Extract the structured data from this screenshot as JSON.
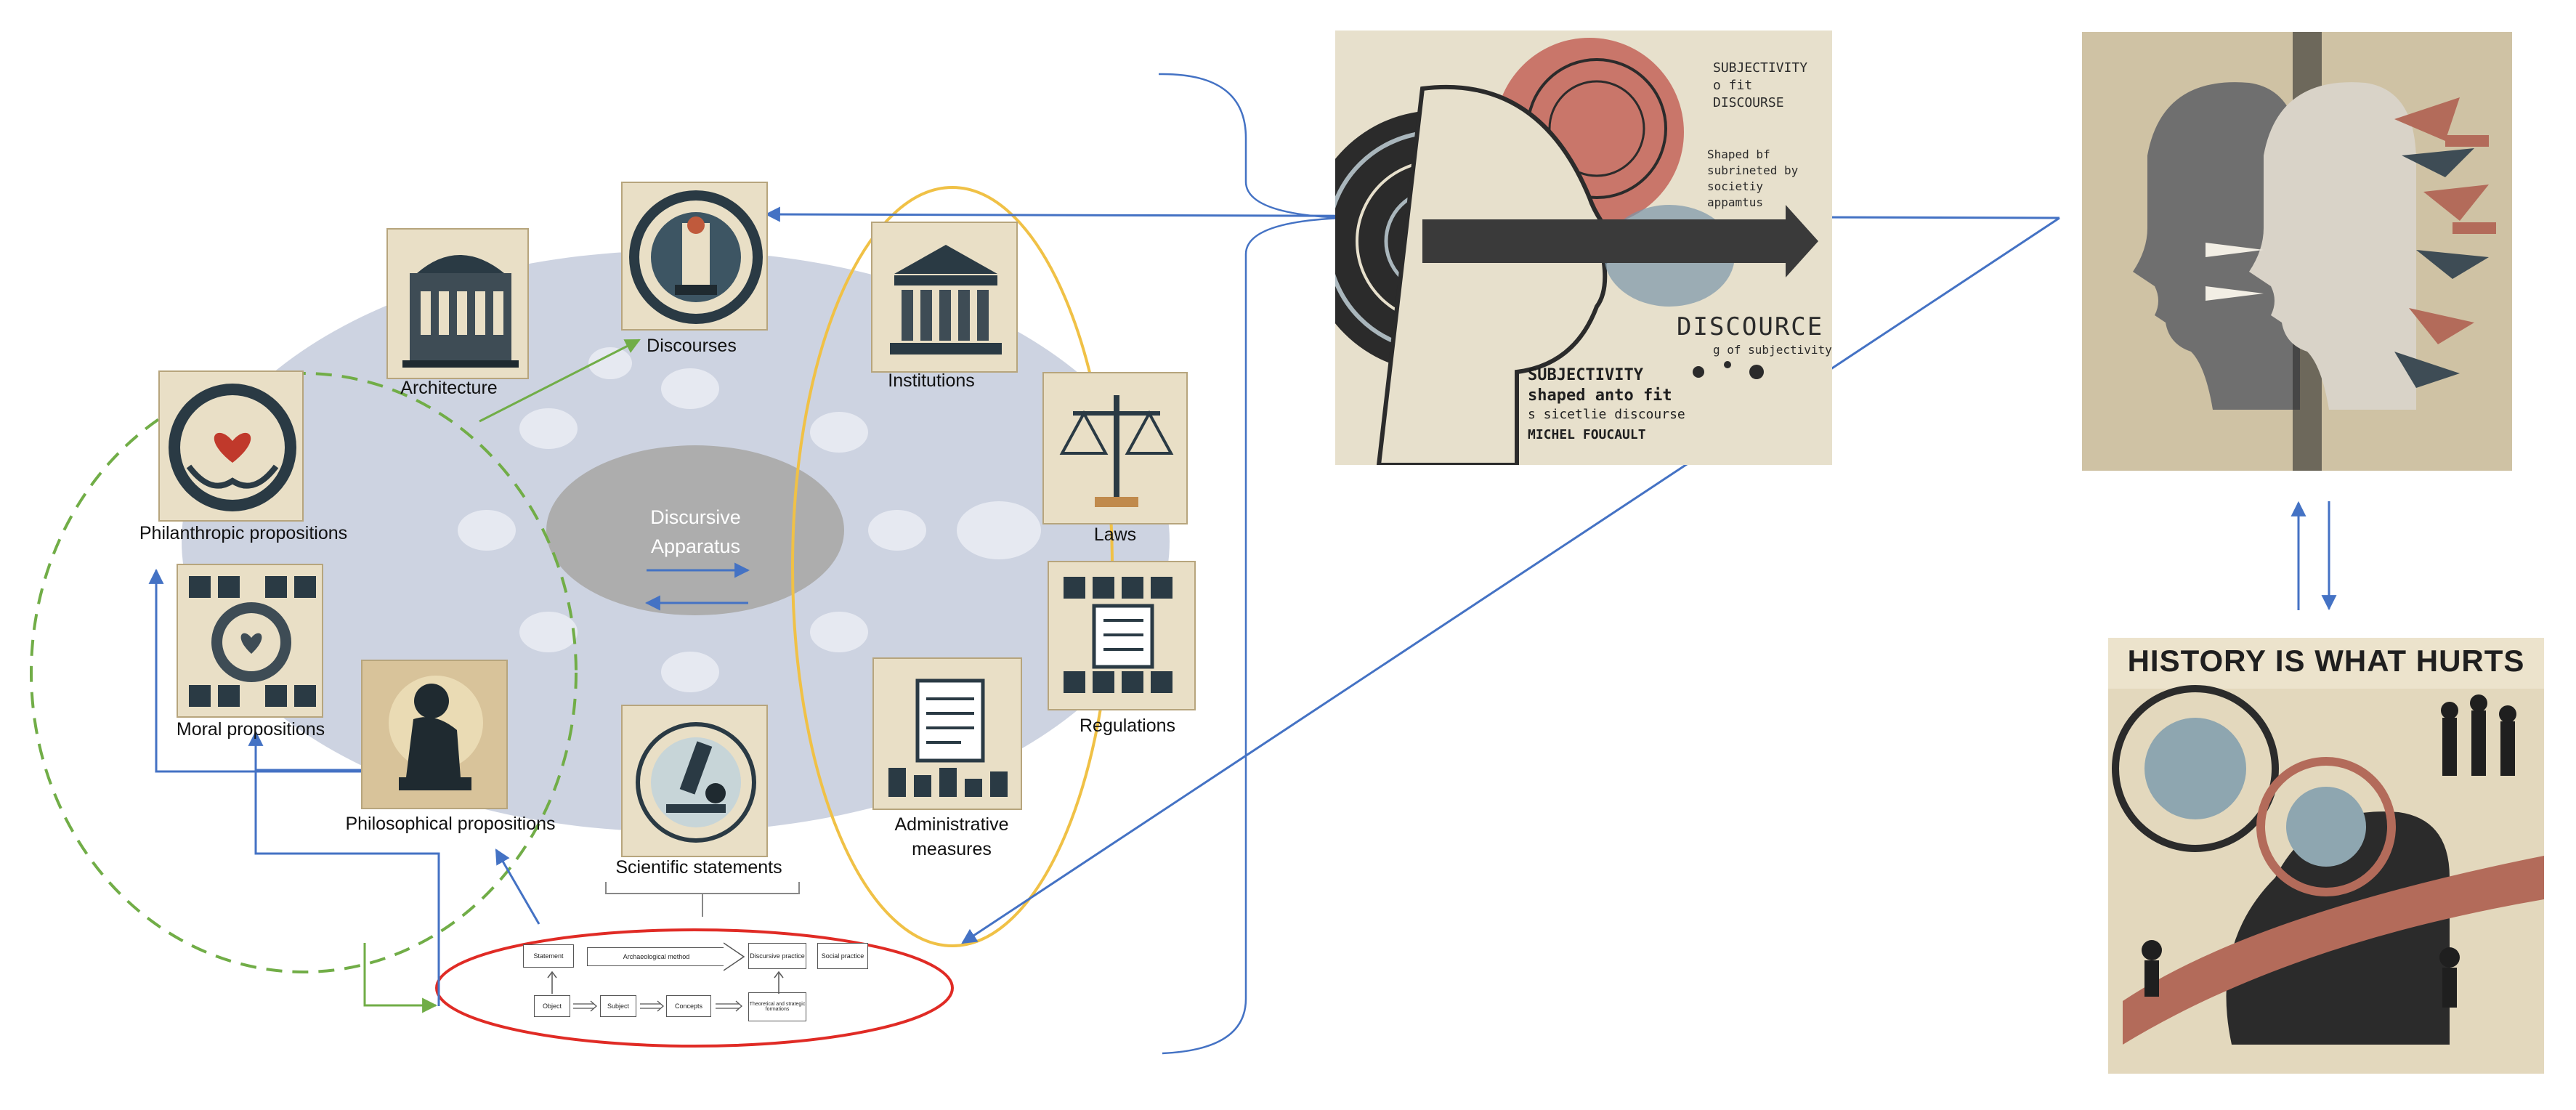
{
  "center": {
    "title": "Discursive Apparatus"
  },
  "icons": {
    "discourses": "Discourses",
    "architecture": "Architecture",
    "institutions": "Institutions",
    "laws": "Laws",
    "regulations": "Regulations",
    "administrative_measures": "Administrative measures",
    "scientific_statements": "Scientific statements",
    "philanthropic": "Philanthropic propositions",
    "moral": "Moral propositions",
    "philosophical": "Philosophical propositions"
  },
  "flowchart": {
    "statement": "Statement",
    "method": "Archaeological method",
    "discursive_practice": "Discursive practice",
    "social_practice": "Social practice",
    "object": "Object",
    "subject": "Subject",
    "concepts": "Concepts",
    "strategies": "Theoretical and strategic formations"
  },
  "poster_discource": {
    "top_text": "SUBJECTIVITY o fit DISCOURSE",
    "mid_text": "Shaped bf subrineted by societiy appamtus",
    "heading": "DISCOURCE",
    "heading_sub": "g of subjectivity",
    "bottom_line1": "SUBJECTIVITY",
    "bottom_line2": "shaped anto fit",
    "bottom_line3": "s sicetlie discourse",
    "author": "MICHEL FOUCAULT"
  },
  "poster_history": {
    "title": "HISTORY IS WHAT HURTS"
  },
  "colors": {
    "ellipse_fill": "#cdd3e1",
    "yellow": "#f0c146",
    "green": "#71ad47",
    "red": "#e02b25",
    "blue": "#4472c4"
  }
}
